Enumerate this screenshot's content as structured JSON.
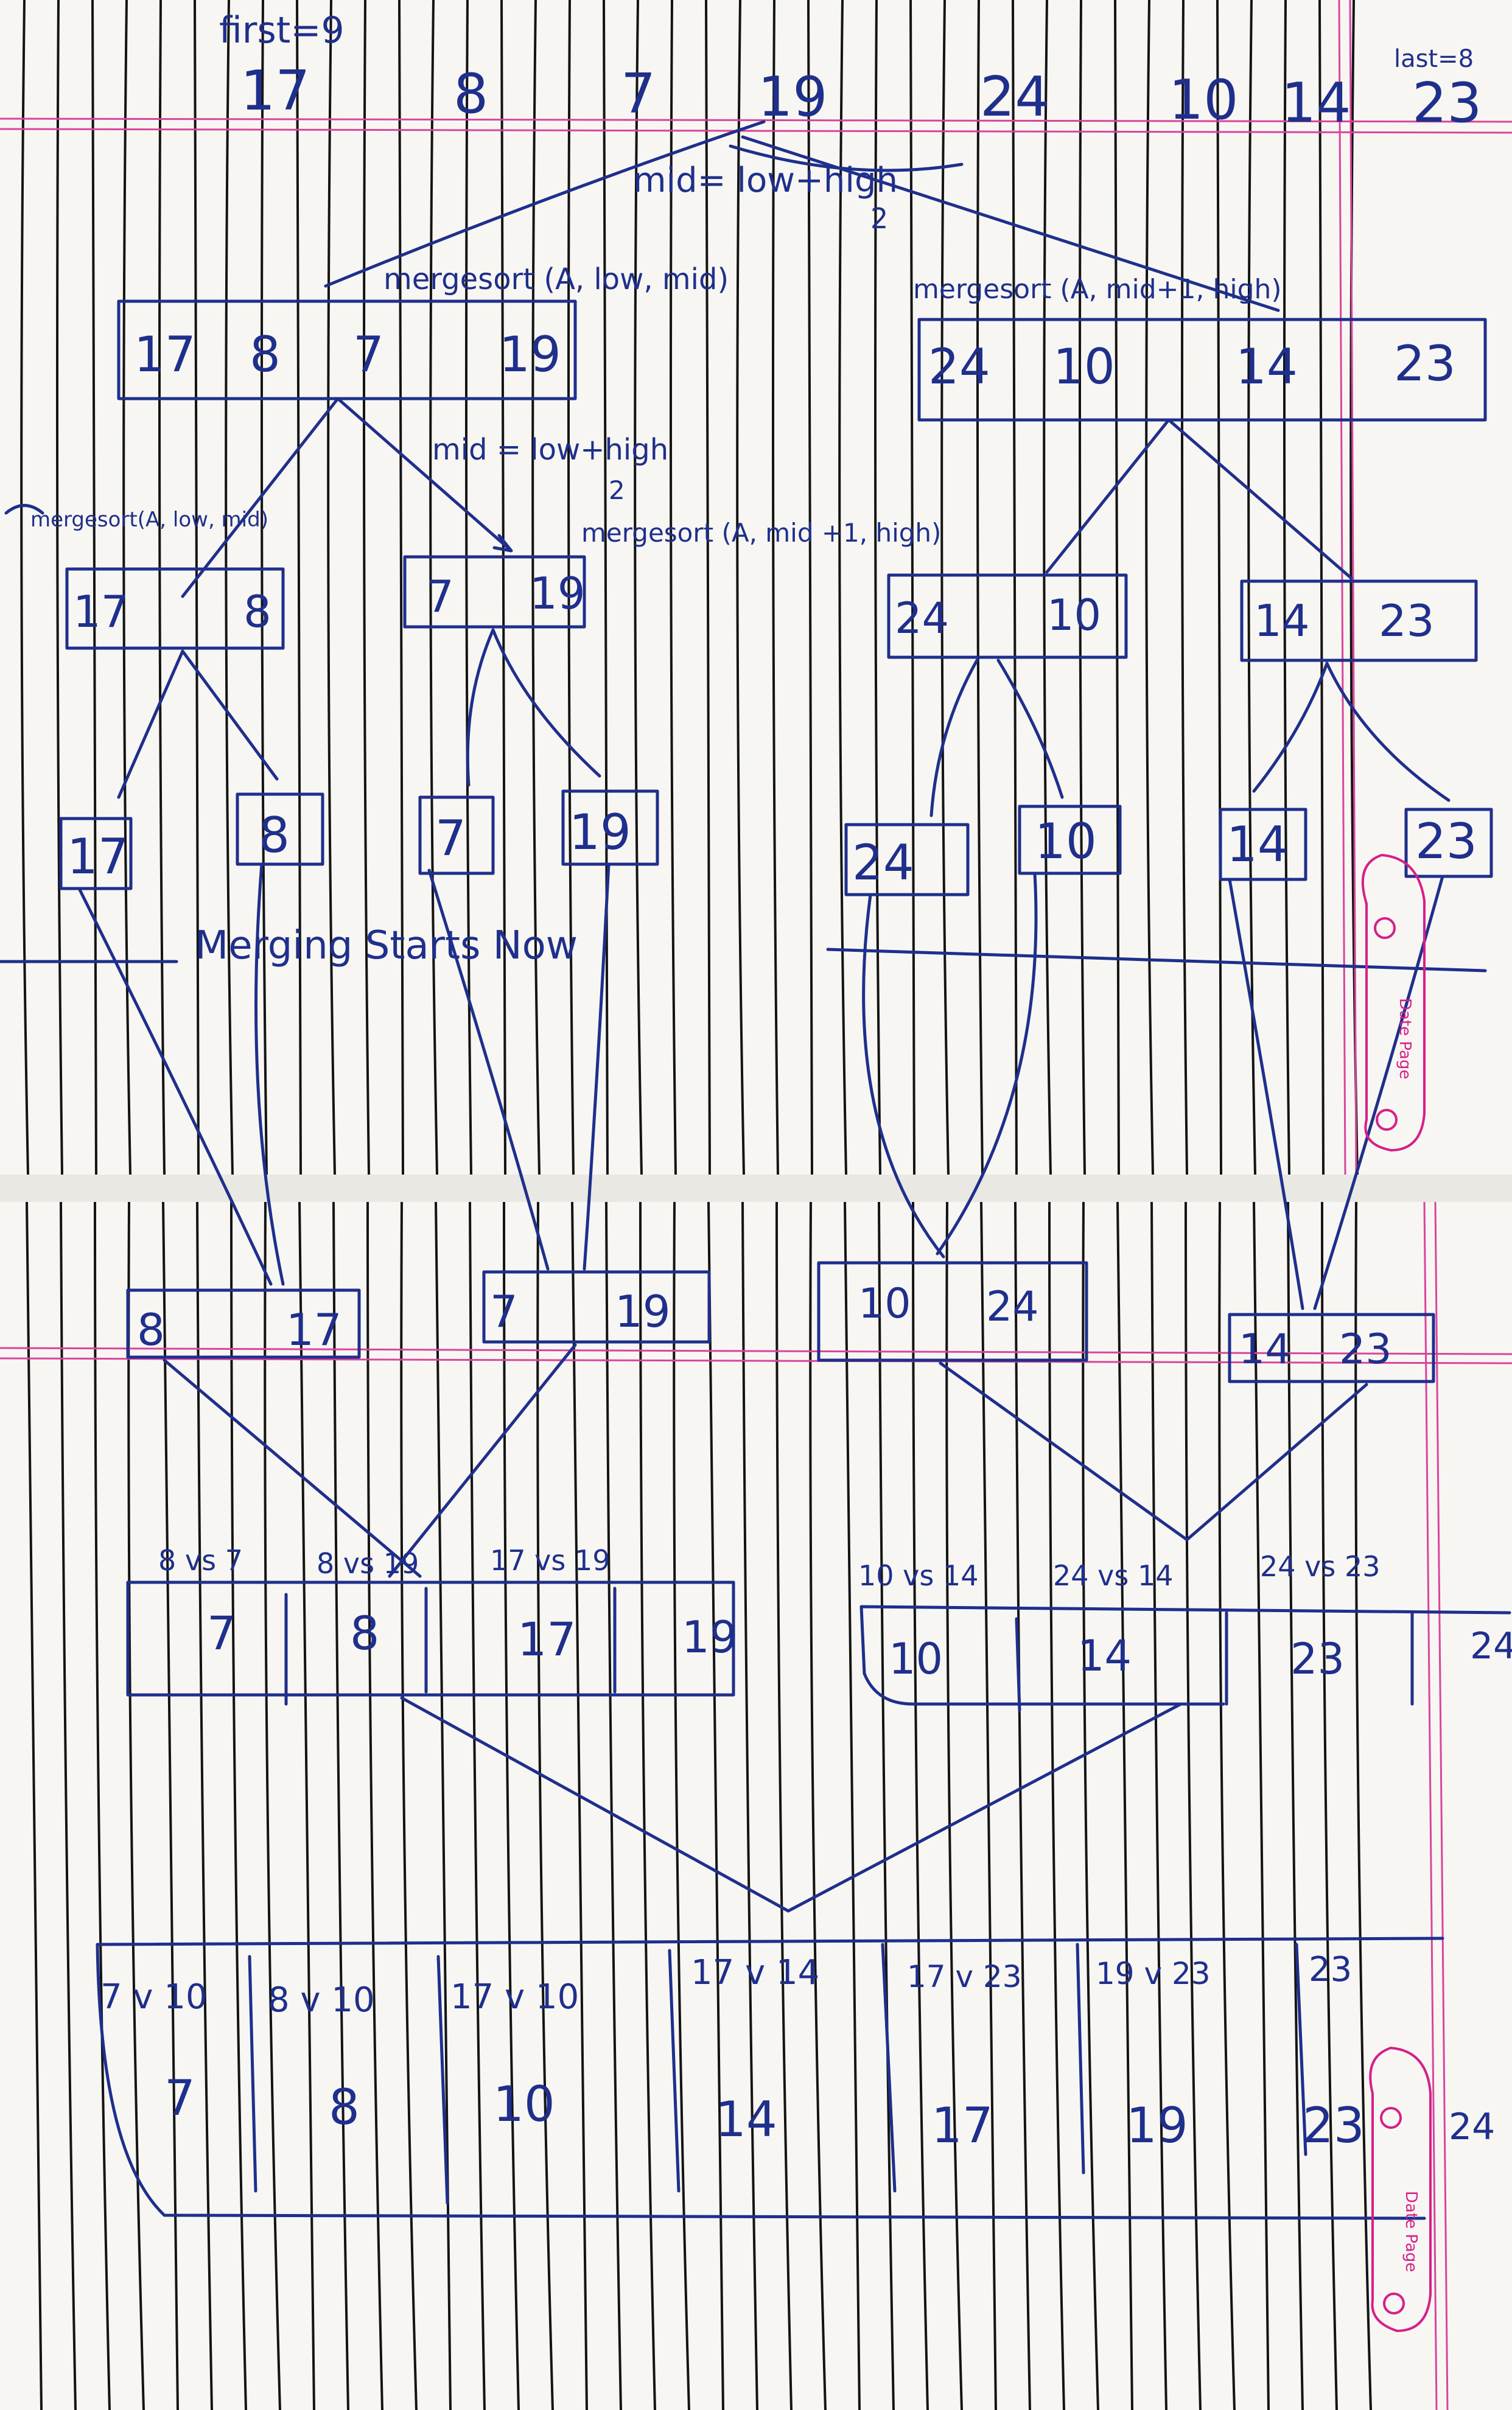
{
  "header": {
    "first_label": "first=9",
    "last_label": "last=8",
    "array": [
      "17",
      "8",
      "7",
      "19",
      "24",
      "10",
      "14",
      "23"
    ],
    "mid_formula": "mid= low+high",
    "mid_denominator": "2"
  },
  "level1": {
    "left_call": "mergesort (A, low, mid)",
    "right_call": "mergesort (A, mid+1, high)",
    "left_box": [
      "17",
      "8",
      "7",
      "19"
    ],
    "right_box": [
      "24",
      "10",
      "14",
      "23"
    ]
  },
  "level2": {
    "mid_formula": "mid = low+high",
    "mid_denominator": "2",
    "left_call": "mergesort(A, low, mid)",
    "right_call": "mergesort (A, mid +1, high)",
    "boxes": [
      [
        "17",
        "8"
      ],
      [
        "7",
        "19"
      ],
      [
        "24",
        "10"
      ],
      [
        "14",
        "23"
      ]
    ]
  },
  "leaves": [
    "17",
    "8",
    "7",
    "19",
    "24",
    "10",
    "14",
    "23"
  ],
  "merging_text": "Merging Starts Now",
  "merged_pairs": [
    [
      "8",
      "17"
    ],
    [
      "7",
      "19"
    ],
    [
      "10",
      "24"
    ],
    [
      "14",
      "23"
    ]
  ],
  "merge4": {
    "left_comparisons": [
      "8 vs 7",
      "8 vs 19",
      "17 vs 19"
    ],
    "left_values": [
      "7",
      "8",
      "17",
      "19"
    ],
    "right_comparisons": [
      "10 vs 14",
      "24 vs 14",
      "24 vs 23"
    ],
    "right_values": [
      "10",
      "14",
      "23",
      "24"
    ]
  },
  "final": {
    "comparisons": [
      "7 v 10",
      "8 v 10",
      "17 v 10",
      "17 v 14",
      "17 v 23",
      "19 v 23",
      "23"
    ],
    "values": [
      "7",
      "8",
      "10",
      "14",
      "17",
      "19",
      "23",
      "24"
    ]
  },
  "stamp_text": "Date Page",
  "colors": {
    "ink": "#1f2f8c",
    "ruled_line": "#141414",
    "margin_line": "#d9449e",
    "stamp": "#d61f8a",
    "paper": "#f7f6f2"
  }
}
